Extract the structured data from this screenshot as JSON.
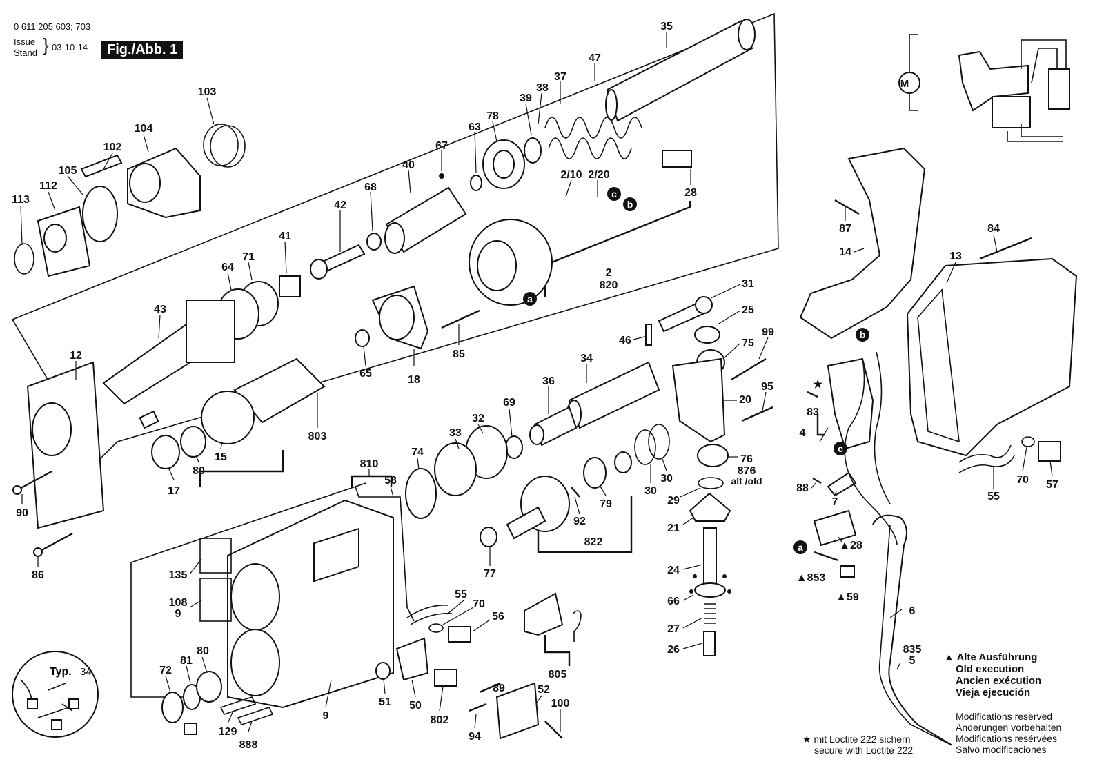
{
  "header": {
    "doc_number": "0 611 205 603; 703",
    "issue_label": "Issue",
    "stand_label": "Stand",
    "date": "03-10-14",
    "figure_label": "Fig./Abb. 1"
  },
  "inset": {
    "typ_label": "Typ.",
    "typ_number": "34"
  },
  "parts": [
    {
      "id": "p35",
      "label": "35"
    },
    {
      "id": "p47",
      "label": "47"
    },
    {
      "id": "p37",
      "label": "37"
    },
    {
      "id": "p38",
      "label": "38"
    },
    {
      "id": "p39",
      "label": "39"
    },
    {
      "id": "p78",
      "label": "78"
    },
    {
      "id": "p63",
      "label": "63"
    },
    {
      "id": "p67",
      "label": "67"
    },
    {
      "id": "p40",
      "label": "40"
    },
    {
      "id": "p68",
      "label": "68"
    },
    {
      "id": "p42",
      "label": "42"
    },
    {
      "id": "p41",
      "label": "41"
    },
    {
      "id": "p71",
      "label": "71"
    },
    {
      "id": "p64",
      "label": "64"
    },
    {
      "id": "p43",
      "label": "43"
    },
    {
      "id": "p12",
      "label": "12"
    },
    {
      "id": "p90",
      "label": "90"
    },
    {
      "id": "p86",
      "label": "86"
    },
    {
      "id": "p103",
      "label": "103"
    },
    {
      "id": "p104",
      "label": "104"
    },
    {
      "id": "p102",
      "label": "102"
    },
    {
      "id": "p105",
      "label": "105"
    },
    {
      "id": "p112",
      "label": "112"
    },
    {
      "id": "p113",
      "label": "113"
    },
    {
      "id": "p2_10",
      "label": "2/10"
    },
    {
      "id": "p2_20",
      "label": "2/20"
    },
    {
      "id": "p28",
      "label": "28"
    },
    {
      "id": "p2",
      "label": "2"
    },
    {
      "id": "p820",
      "label": "820"
    },
    {
      "id": "p85",
      "label": "85"
    },
    {
      "id": "p18",
      "label": "18"
    },
    {
      "id": "p65",
      "label": "65"
    },
    {
      "id": "p803",
      "label": "803"
    },
    {
      "id": "p15",
      "label": "15"
    },
    {
      "id": "p80a",
      "label": "80"
    },
    {
      "id": "p17",
      "label": "17"
    },
    {
      "id": "p31",
      "label": "31"
    },
    {
      "id": "p25",
      "label": "25"
    },
    {
      "id": "p46",
      "label": "46"
    },
    {
      "id": "p99",
      "label": "99"
    },
    {
      "id": "p75",
      "label": "75"
    },
    {
      "id": "p34",
      "label": "34"
    },
    {
      "id": "p36",
      "label": "36"
    },
    {
      "id": "p95",
      "label": "95"
    },
    {
      "id": "p20",
      "label": "20"
    },
    {
      "id": "p69",
      "label": "69"
    },
    {
      "id": "p32",
      "label": "32"
    },
    {
      "id": "p33",
      "label": "33"
    },
    {
      "id": "p74",
      "label": "74"
    },
    {
      "id": "p810",
      "label": "810"
    },
    {
      "id": "p58",
      "label": "58"
    },
    {
      "id": "p76",
      "label": "76"
    },
    {
      "id": "p876",
      "label": "876"
    },
    {
      "id": "p_altold",
      "label": "alt /old"
    },
    {
      "id": "p30a",
      "label": "30"
    },
    {
      "id": "p30b",
      "label": "30"
    },
    {
      "id": "p29",
      "label": "29"
    },
    {
      "id": "p21",
      "label": "21"
    },
    {
      "id": "p79",
      "label": "79"
    },
    {
      "id": "p92",
      "label": "92"
    },
    {
      "id": "p822",
      "label": "822"
    },
    {
      "id": "p77",
      "label": "77"
    },
    {
      "id": "p24",
      "label": "24"
    },
    {
      "id": "p66",
      "label": "66"
    },
    {
      "id": "p27",
      "label": "27"
    },
    {
      "id": "p26",
      "label": "26"
    },
    {
      "id": "p135",
      "label": "135"
    },
    {
      "id": "p108",
      "label": "108"
    },
    {
      "id": "p9a",
      "label": "9"
    },
    {
      "id": "p55a",
      "label": "55"
    },
    {
      "id": "p70a",
      "label": "70"
    },
    {
      "id": "p56",
      "label": "56"
    },
    {
      "id": "p805",
      "label": "805"
    },
    {
      "id": "p72",
      "label": "72"
    },
    {
      "id": "p81",
      "label": "81"
    },
    {
      "id": "p80b",
      "label": "80"
    },
    {
      "id": "p129",
      "label": "129"
    },
    {
      "id": "p888",
      "label": "888"
    },
    {
      "id": "p9b",
      "label": "9"
    },
    {
      "id": "p51",
      "label": "51"
    },
    {
      "id": "p50",
      "label": "50"
    },
    {
      "id": "p802",
      "label": "802"
    },
    {
      "id": "p89",
      "label": "89"
    },
    {
      "id": "p94",
      "label": "94"
    },
    {
      "id": "p52",
      "label": "52"
    },
    {
      "id": "p100",
      "label": "100"
    },
    {
      "id": "p87",
      "label": "87"
    },
    {
      "id": "p14",
      "label": "14"
    },
    {
      "id": "p84",
      "label": "84"
    },
    {
      "id": "p13",
      "label": "13"
    },
    {
      "id": "p83",
      "label": "83"
    },
    {
      "id": "p4",
      "label": "4"
    },
    {
      "id": "p88",
      "label": "88"
    },
    {
      "id": "p7",
      "label": "7"
    },
    {
      "id": "p28b",
      "label": "▲28"
    },
    {
      "id": "p853",
      "label": "▲853"
    },
    {
      "id": "p59",
      "label": "▲59"
    },
    {
      "id": "p6",
      "label": "6"
    },
    {
      "id": "p835",
      "label": "835"
    },
    {
      "id": "p5",
      "label": "5"
    },
    {
      "id": "p55b",
      "label": "55"
    },
    {
      "id": "p70b",
      "label": "70"
    },
    {
      "id": "p57",
      "label": "57"
    }
  ],
  "badges": [
    {
      "id": "ba",
      "label": "a"
    },
    {
      "id": "bb",
      "label": "b"
    },
    {
      "id": "bc",
      "label": "c"
    },
    {
      "id": "bb2",
      "label": "b"
    },
    {
      "id": "bc2",
      "label": "c"
    },
    {
      "id": "ba2",
      "label": "a"
    }
  ],
  "star_symbol": "★",
  "schematic": {
    "motor_label": "M"
  },
  "legend": {
    "line1": "▲ Alte Ausführung",
    "line2": "Old execution",
    "line3": "Ancien exécution",
    "line4": "Vieja ejecución"
  },
  "modifications": {
    "line1": "Modifications reserved",
    "line2": "Änderungen vorbehalten",
    "line3": "Modifications resérvées",
    "line4": "Salvo modificaciones"
  },
  "loctite": {
    "line1": "★ mit Loctite 222 sichern",
    "line2": "secure with Loctite 222"
  }
}
